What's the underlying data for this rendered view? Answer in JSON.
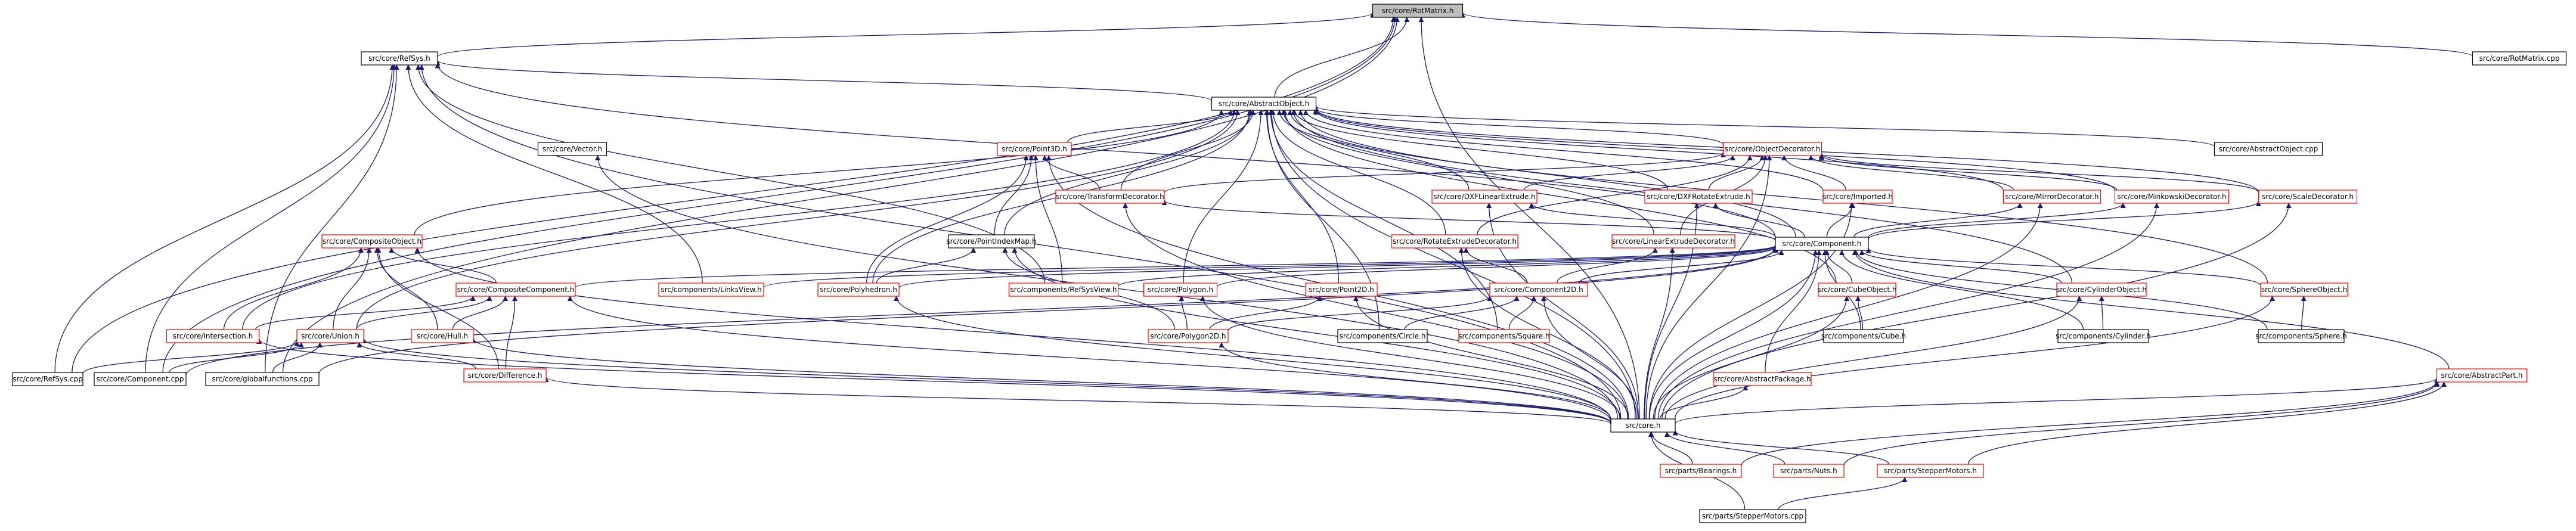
{
  "colors": {
    "edge": "#191970",
    "box_red": "#ff0000",
    "box_black": "#000000",
    "box_focus_fill": "#bfbfbf",
    "box_fill": "#ffffff",
    "text": "#000000"
  },
  "nodes": [
    {
      "id": "rotmatrix_h",
      "label": "src/core/RotMatrix.h",
      "style": "focus"
    },
    {
      "id": "refsys_h",
      "label": "src/core/RefSys.h",
      "style": "black"
    },
    {
      "id": "rotmatrix_cpp",
      "label": "src/core/RotMatrix.cpp",
      "style": "black"
    },
    {
      "id": "abstractobject_h",
      "label": "src/core/AbstractObject.h",
      "style": "black"
    },
    {
      "id": "vector_h",
      "label": "src/core/Vector.h",
      "style": "black"
    },
    {
      "id": "point3d_h",
      "label": "src/core/Point3D.h",
      "style": "red"
    },
    {
      "id": "objectdecorator_h",
      "label": "src/core/ObjectDecorator.h",
      "style": "red"
    },
    {
      "id": "abstractobject_cpp",
      "label": "src/core/AbstractObject.cpp",
      "style": "black"
    },
    {
      "id": "transformdecorator_h",
      "label": "src/core/TransformDecorator.h",
      "style": "red"
    },
    {
      "id": "dxflinearextrude_h",
      "label": "src/core/DXFLinearExtrude.h",
      "style": "red"
    },
    {
      "id": "dxfrotateextrude_h",
      "label": "src/core/DXFRotateExtrude.h",
      "style": "red"
    },
    {
      "id": "imported_h",
      "label": "src/core/Imported.h",
      "style": "red"
    },
    {
      "id": "mirrordecorator_h",
      "label": "src/core/MirrorDecorator.h",
      "style": "red"
    },
    {
      "id": "minkowskidecorator_h",
      "label": "src/core/MinkowskiDecorator.h",
      "style": "red"
    },
    {
      "id": "scaledecorator_h",
      "label": "src/core/ScaleDecorator.h",
      "style": "red"
    },
    {
      "id": "compositeobject_h",
      "label": "src/core/CompositeObject.h",
      "style": "red"
    },
    {
      "id": "pointindexmap_h",
      "label": "src/core/PointIndexMap.h",
      "style": "black"
    },
    {
      "id": "rotateextrudedecorator_h",
      "label": "src/core/RotateExtrudeDecorator.h",
      "style": "red"
    },
    {
      "id": "linearextrudedecorator_h",
      "label": "src/core/LinearExtrudeDecorator.h",
      "style": "red"
    },
    {
      "id": "component_h",
      "label": "src/core/Component.h",
      "style": "black"
    },
    {
      "id": "compositecomponent_h",
      "label": "src/core/CompositeComponent.h",
      "style": "red"
    },
    {
      "id": "linksview_h",
      "label": "src/components/LinksView.h",
      "style": "red"
    },
    {
      "id": "polyhedron_h",
      "label": "src/core/Polyhedron.h",
      "style": "red"
    },
    {
      "id": "refsysview_h",
      "label": "src/components/RefSysView.h",
      "style": "red"
    },
    {
      "id": "polygon_h",
      "label": "src/core/Polygon.h",
      "style": "red"
    },
    {
      "id": "point2d_h",
      "label": "src/core/Point2D.h",
      "style": "red"
    },
    {
      "id": "component2d_h",
      "label": "src/core/Component2D.h",
      "style": "red"
    },
    {
      "id": "cubeobject_h",
      "label": "src/core/CubeObject.h",
      "style": "red"
    },
    {
      "id": "cylinderobject_h",
      "label": "src/core/CylinderObject.h",
      "style": "red"
    },
    {
      "id": "sphereobject_h",
      "label": "src/core/SphereObject.h",
      "style": "red"
    },
    {
      "id": "intersection_h",
      "label": "src/core/Intersection.h",
      "style": "red"
    },
    {
      "id": "union_h",
      "label": "src/core/Union.h",
      "style": "red"
    },
    {
      "id": "hull_h",
      "label": "src/core/Hull.h",
      "style": "red"
    },
    {
      "id": "polygon2d_h",
      "label": "src/core/Polygon2D.h",
      "style": "red"
    },
    {
      "id": "circle_h",
      "label": "src/components/Circle.h",
      "style": "black"
    },
    {
      "id": "square_h",
      "label": "src/components/Square.h",
      "style": "red"
    },
    {
      "id": "cube_h",
      "label": "src/components/Cube.h",
      "style": "black"
    },
    {
      "id": "cylinder_h",
      "label": "src/components/Cylinder.h",
      "style": "black"
    },
    {
      "id": "sphere_h",
      "label": "src/components/Sphere.h",
      "style": "black"
    },
    {
      "id": "refsys_cpp",
      "label": "src/core/RefSys.cpp",
      "style": "black"
    },
    {
      "id": "component_cpp",
      "label": "src/core/Component.cpp",
      "style": "black"
    },
    {
      "id": "globalfunctions_cpp",
      "label": "src/core/globalfunctions.cpp",
      "style": "black"
    },
    {
      "id": "difference_h",
      "label": "src/core/Difference.h",
      "style": "red"
    },
    {
      "id": "abstractpackage_h",
      "label": "src/core/AbstractPackage.h",
      "style": "red"
    },
    {
      "id": "abstractpart_h",
      "label": "src/core/AbstractPart.h",
      "style": "red"
    },
    {
      "id": "ooml_h",
      "label": "src/core.h",
      "style": "black"
    },
    {
      "id": "bearings_h",
      "label": "src/parts/Bearings.h",
      "style": "red"
    },
    {
      "id": "nuts_h",
      "label": "src/parts/Nuts.h",
      "style": "red"
    },
    {
      "id": "steppermotors_h",
      "label": "src/parts/StepperMotors.h",
      "style": "red"
    },
    {
      "id": "steppermotors_cpp",
      "label": "src/parts/StepperMotors.cpp",
      "style": "black"
    }
  ],
  "edges": [
    [
      "refsys_h",
      "rotmatrix_h"
    ],
    [
      "rotmatrix_cpp",
      "rotmatrix_h"
    ],
    [
      "abstractobject_h",
      "rotmatrix_h"
    ],
    [
      "ooml_h",
      "rotmatrix_h"
    ],
    [
      "refsys_cpp",
      "rotmatrix_h"
    ],
    [
      "component_cpp",
      "rotmatrix_h"
    ],
    [
      "globalfunctions_cpp",
      "rotmatrix_h"
    ],
    [
      "abstractobject_h",
      "refsys_h"
    ],
    [
      "component_h",
      "refsys_h"
    ],
    [
      "ooml_h",
      "refsys_h"
    ],
    [
      "refsys_cpp",
      "refsys_h"
    ],
    [
      "component_cpp",
      "refsys_h"
    ],
    [
      "globalfunctions_cpp",
      "refsys_h"
    ],
    [
      "linksview_h",
      "refsys_h"
    ],
    [
      "refsysview_h",
      "refsys_h"
    ],
    [
      "point3d_h",
      "abstractobject_h"
    ],
    [
      "objectdecorator_h",
      "abstractobject_h"
    ],
    [
      "abstractobject_cpp",
      "abstractobject_h"
    ],
    [
      "transformdecorator_h",
      "abstractobject_h"
    ],
    [
      "dxflinearextrude_h",
      "abstractobject_h"
    ],
    [
      "dxfrotateextrude_h",
      "abstractobject_h"
    ],
    [
      "imported_h",
      "abstractobject_h"
    ],
    [
      "mirrordecorator_h",
      "abstractobject_h"
    ],
    [
      "minkowskidecorator_h",
      "abstractobject_h"
    ],
    [
      "scaledecorator_h",
      "abstractobject_h"
    ],
    [
      "compositeobject_h",
      "abstractobject_h"
    ],
    [
      "pointindexmap_h",
      "abstractobject_h"
    ],
    [
      "rotateextrudedecorator_h",
      "abstractobject_h"
    ],
    [
      "linearextrudedecorator_h",
      "abstractobject_h"
    ],
    [
      "component_h",
      "abstractobject_h"
    ],
    [
      "polyhedron_h",
      "abstractobject_h"
    ],
    [
      "polygon_h",
      "abstractobject_h"
    ],
    [
      "point2d_h",
      "abstractobject_h"
    ],
    [
      "cubeobject_h",
      "abstractobject_h"
    ],
    [
      "cylinderobject_h",
      "abstractobject_h"
    ],
    [
      "sphereobject_h",
      "abstractobject_h"
    ],
    [
      "union_h",
      "abstractobject_h"
    ],
    [
      "intersection_h",
      "abstractobject_h"
    ],
    [
      "ooml_h",
      "abstractobject_h"
    ],
    [
      "square_h",
      "abstractobject_h"
    ],
    [
      "circle_h",
      "abstractobject_h"
    ],
    [
      "ooml_h",
      "vector_h"
    ],
    [
      "transformdecorator_h",
      "point3d_h"
    ],
    [
      "polyhedron_h",
      "point3d_h"
    ],
    [
      "pointindexmap_h",
      "point3d_h"
    ],
    [
      "refsysview_h",
      "point3d_h"
    ],
    [
      "ooml_h",
      "point3d_h"
    ],
    [
      "transformdecorator_h",
      "objectdecorator_h"
    ],
    [
      "dxflinearextrude_h",
      "objectdecorator_h"
    ],
    [
      "dxfrotateextrude_h",
      "objectdecorator_h"
    ],
    [
      "imported_h",
      "objectdecorator_h"
    ],
    [
      "mirrordecorator_h",
      "objectdecorator_h"
    ],
    [
      "minkowskidecorator_h",
      "objectdecorator_h"
    ],
    [
      "scaledecorator_h",
      "objectdecorator_h"
    ],
    [
      "rotateextrudedecorator_h",
      "objectdecorator_h"
    ],
    [
      "linearextrudedecorator_h",
      "objectdecorator_h"
    ],
    [
      "ooml_h",
      "objectdecorator_h"
    ],
    [
      "component_h",
      "transformdecorator_h"
    ],
    [
      "ooml_h",
      "transformdecorator_h"
    ],
    [
      "component_h",
      "dxflinearextrude_h"
    ],
    [
      "ooml_h",
      "dxflinearextrude_h"
    ],
    [
      "component_h",
      "dxfrotateextrude_h"
    ],
    [
      "ooml_h",
      "dxfrotateextrude_h"
    ],
    [
      "component_h",
      "imported_h"
    ],
    [
      "ooml_h",
      "imported_h"
    ],
    [
      "component_h",
      "mirrordecorator_h"
    ],
    [
      "ooml_h",
      "mirrordecorator_h"
    ],
    [
      "component_h",
      "minkowskidecorator_h"
    ],
    [
      "ooml_h",
      "minkowskidecorator_h"
    ],
    [
      "component_h",
      "scaledecorator_h"
    ],
    [
      "ooml_h",
      "scaledecorator_h"
    ],
    [
      "compositecomponent_h",
      "compositeobject_h"
    ],
    [
      "union_h",
      "compositeobject_h"
    ],
    [
      "intersection_h",
      "compositeobject_h"
    ],
    [
      "hull_h",
      "compositeobject_h"
    ],
    [
      "difference_h",
      "compositeobject_h"
    ],
    [
      "ooml_h",
      "compositeobject_h"
    ],
    [
      "polyhedron_h",
      "pointindexmap_h"
    ],
    [
      "polygon2d_h",
      "pointindexmap_h"
    ],
    [
      "ooml_h",
      "pointindexmap_h"
    ],
    [
      "component2d_h",
      "rotateextrudedecorator_h"
    ],
    [
      "ooml_h",
      "rotateextrudedecorator_h"
    ],
    [
      "component2d_h",
      "linearextrudedecorator_h"
    ],
    [
      "ooml_h",
      "linearextrudedecorator_h"
    ],
    [
      "compositecomponent_h",
      "component_h"
    ],
    [
      "linksview_h",
      "component_h"
    ],
    [
      "polyhedron_h",
      "component_h"
    ],
    [
      "refsysview_h",
      "component_h"
    ],
    [
      "polygon_h",
      "component_h"
    ],
    [
      "component2d_h",
      "component_h"
    ],
    [
      "cubeobject_h",
      "component_h"
    ],
    [
      "cylinderobject_h",
      "component_h"
    ],
    [
      "sphereobject_h",
      "component_h"
    ],
    [
      "abstractpackage_h",
      "component_h"
    ],
    [
      "abstractpart_h",
      "component_h"
    ],
    [
      "ooml_h",
      "component_h"
    ],
    [
      "component_cpp",
      "component_h"
    ],
    [
      "globalfunctions_cpp",
      "component_h"
    ],
    [
      "cube_h",
      "component_h"
    ],
    [
      "cylinder_h",
      "component_h"
    ],
    [
      "sphere_h",
      "component_h"
    ],
    [
      "union_h",
      "compositecomponent_h"
    ],
    [
      "intersection_h",
      "compositecomponent_h"
    ],
    [
      "hull_h",
      "compositecomponent_h"
    ],
    [
      "difference_h",
      "compositecomponent_h"
    ],
    [
      "ooml_h",
      "compositecomponent_h"
    ],
    [
      "ooml_h",
      "polyhedron_h"
    ],
    [
      "polygon2d_h",
      "polygon_h"
    ],
    [
      "ooml_h",
      "polygon_h"
    ],
    [
      "polygon2d_h",
      "point2d_h"
    ],
    [
      "ooml_h",
      "point2d_h"
    ],
    [
      "polygon2d_h",
      "component2d_h"
    ],
    [
      "circle_h",
      "component2d_h"
    ],
    [
      "square_h",
      "component2d_h"
    ],
    [
      "ooml_h",
      "component2d_h"
    ],
    [
      "cube_h",
      "cubeobject_h"
    ],
    [
      "ooml_h",
      "cubeobject_h"
    ],
    [
      "cylinder_h",
      "cylinderobject_h"
    ],
    [
      "ooml_h",
      "cylinderobject_h"
    ],
    [
      "sphere_h",
      "sphereobject_h"
    ],
    [
      "ooml_h",
      "sphereobject_h"
    ],
    [
      "ooml_h",
      "intersection_h"
    ],
    [
      "refsys_cpp",
      "union_h"
    ],
    [
      "component_cpp",
      "union_h"
    ],
    [
      "globalfunctions_cpp",
      "union_h"
    ],
    [
      "difference_h",
      "union_h"
    ],
    [
      "ooml_h",
      "union_h"
    ],
    [
      "ooml_h",
      "hull_h"
    ],
    [
      "ooml_h",
      "polygon2d_h"
    ],
    [
      "ooml_h",
      "difference_h"
    ],
    [
      "ooml_h",
      "abstractpackage_h"
    ],
    [
      "ooml_h",
      "abstractpart_h"
    ],
    [
      "bearings_h",
      "abstractpart_h"
    ],
    [
      "nuts_h",
      "abstractpart_h"
    ],
    [
      "steppermotors_h",
      "abstractpart_h"
    ],
    [
      "bearings_h",
      "ooml_h"
    ],
    [
      "nuts_h",
      "ooml_h"
    ],
    [
      "steppermotors_h",
      "ooml_h"
    ],
    [
      "steppermotors_cpp",
      "ooml_h"
    ],
    [
      "steppermotors_cpp",
      "steppermotors_h"
    ]
  ]
}
